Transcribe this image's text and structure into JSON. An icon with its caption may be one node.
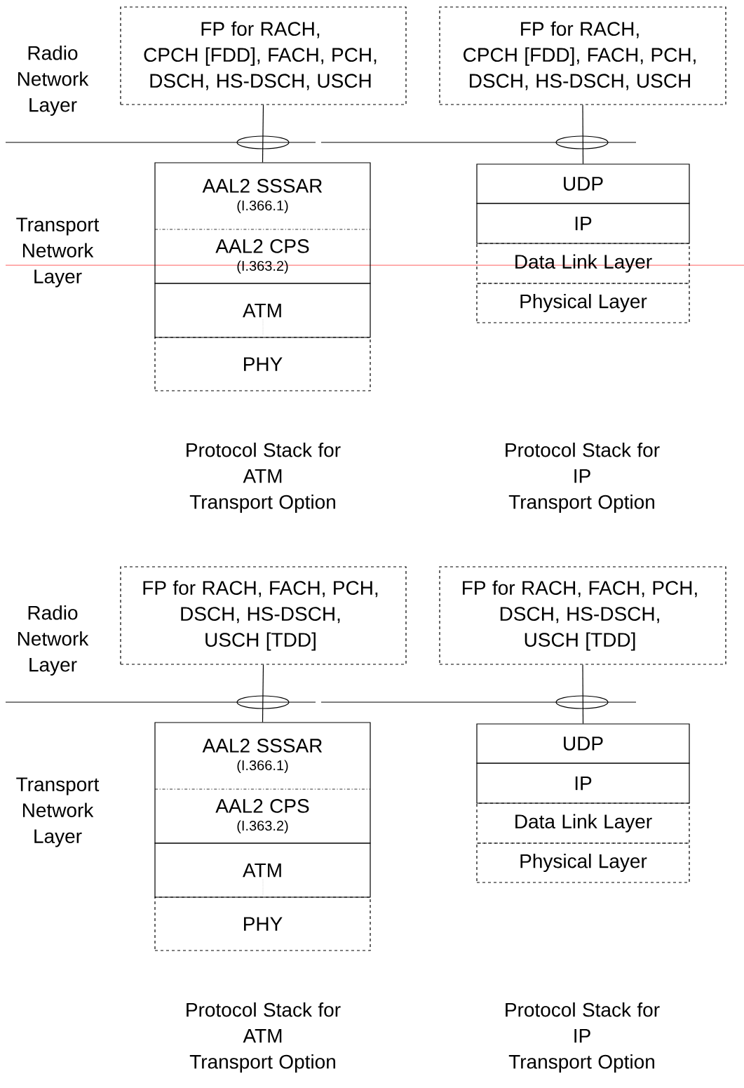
{
  "diagram": {
    "nodes": [
      {
        "text": [
          "FP for RACH, CPCH [FDD], FACH, PCH, DSCH, HS-DSCH, USCH"
        ]
      },
      {
        "text": [
          "AAL2 SSSAR",
          "(I.366.1)"
        ]
      },
      {
        "text": [
          "AAL2 CPS",
          "(I.363.2)"
        ]
      },
      {
        "text": [
          "ATM"
        ]
      },
      {
        "text": [
          "PHY"
        ]
      },
      {
        "text": [
          "FP for RACH, CPCH [FDD], FACH, PCH, DSCH, HS-DSCH, USCH"
        ]
      },
      {
        "text": [
          "UDP"
        ]
      },
      {
        "text": [
          "IP"
        ]
      },
      {
        "text": [
          "Data Link Layer"
        ]
      },
      {
        "text": [
          "Physical Layer"
        ]
      },
      {
        "text": [
          "FP for RACH, FACH, PCH, DSCH, HS-DSCH, USCH [TDD]"
        ]
      },
      {
        "text": [
          "AAL2 SSSAR",
          "(I.366.1)"
        ]
      },
      {
        "text": [
          "AAL2 CPS",
          "(I.363.2)"
        ]
      },
      {
        "text": [
          "ATM"
        ]
      },
      {
        "text": [
          "PHY"
        ]
      },
      {
        "text": [
          "FP for RACH, FACH, PCH, DSCH, HS-DSCH, USCH [TDD]"
        ]
      },
      {
        "text": [
          "UDP"
        ]
      },
      {
        "text": [
          "IP"
        ]
      },
      {
        "text": [
          "Data Link Layer"
        ]
      },
      {
        "text": [
          "Physical Layer"
        ]
      }
    ],
    "edges": [
      {
        "from": 0,
        "to": 1,
        "arrow": "none"
      },
      {
        "from": 5,
        "to": 6,
        "arrow": "none"
      },
      {
        "from": 10,
        "to": 11,
        "arrow": "none"
      },
      {
        "from": 15,
        "to": 16,
        "arrow": "none"
      }
    ],
    "labels": [
      "Radio Network Layer",
      "Transport Network Layer",
      "Protocol Stack for ATM Transport Option",
      "Protocol Stack for IP Transport Option",
      "Radio Network Layer",
      "Transport Network Layer",
      "Protocol Stack for ATM Transport Option",
      "Protocol Stack for IP Transport Option"
    ]
  }
}
